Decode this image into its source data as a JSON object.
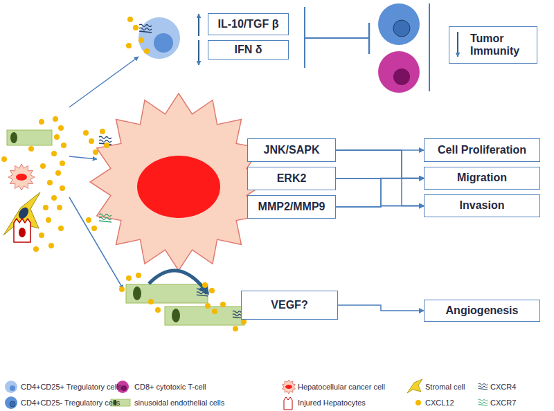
{
  "diagram": {
    "nodes": [
      {
        "text": [
          "IL-10/TGF β"
        ]
      },
      {
        "text": [
          "IFN δ"
        ]
      },
      {
        "text": [
          "Tumor Immunity"
        ]
      },
      {
        "text": [
          "JNK/SAPK"
        ]
      },
      {
        "text": [
          "ERK2"
        ]
      },
      {
        "text": [
          "MMP2/MMP9"
        ]
      },
      {
        "text": [
          "Cell Proliferation"
        ]
      },
      {
        "text": [
          "Migration"
        ]
      },
      {
        "text": [
          "Invasion"
        ]
      },
      {
        "text": [
          "VEGF?"
        ]
      },
      {
        "text": [
          "Angiogenesis"
        ]
      }
    ],
    "edges": [
      {
        "from": 3,
        "to": 6,
        "arrow": "to"
      },
      {
        "from": 3,
        "to": 7,
        "arrow": "to"
      },
      {
        "from": 3,
        "to": 8,
        "arrow": "to"
      },
      {
        "from": 4,
        "to": 7,
        "arrow": "to"
      },
      {
        "from": 4,
        "to": 8,
        "arrow": "to"
      },
      {
        "from": 5,
        "to": 7,
        "arrow": "to"
      },
      {
        "from": 5,
        "to": 8,
        "arrow": "to"
      },
      {
        "from": 9,
        "to": 10,
        "arrow": "to"
      }
    ],
    "legend": [
      {
        "text": "CD4+CD25+ Tregulatory cells"
      },
      {
        "text": "CD8+ cytotoxic T-cell"
      },
      {
        "text": "Hepatocellular cancer cell"
      },
      {
        "text": "Stromal cell"
      },
      {
        "text": "CXCR4"
      },
      {
        "text": "CD4+CD25- Tregulatory cells"
      },
      {
        "text": "sinusoidal endothelial cells"
      },
      {
        "text": "Injured Hepatocytes"
      },
      {
        "text": "CXCL12"
      },
      {
        "text": "CXCR7"
      }
    ]
  }
}
